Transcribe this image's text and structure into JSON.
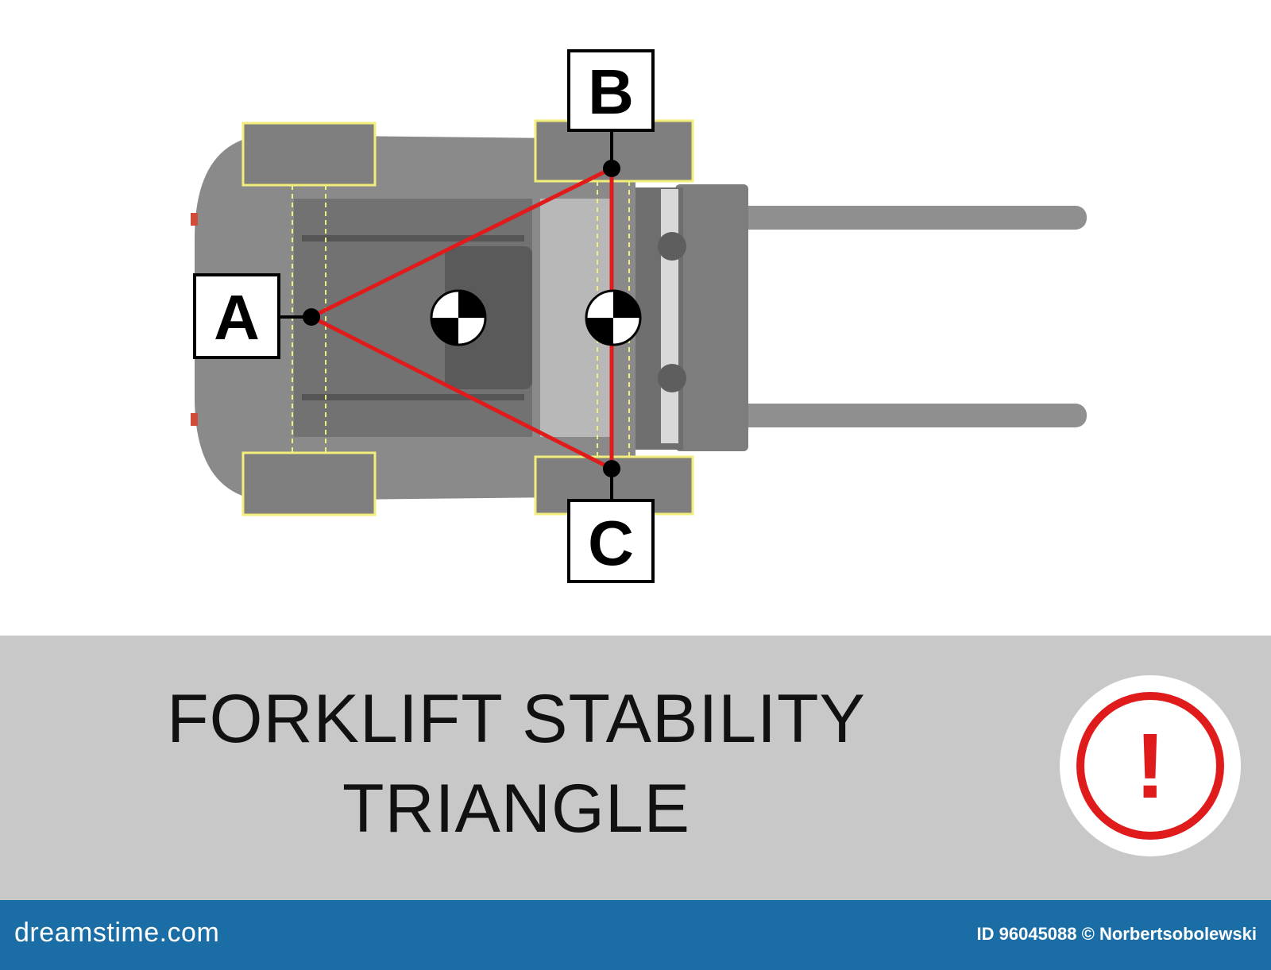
{
  "labels": {
    "a": "A",
    "b": "B",
    "c": "C"
  },
  "title": {
    "line1": "FORKLIFT STABILITY",
    "line2": "TRIANGLE"
  },
  "badge": {
    "glyph": "!",
    "icon": "exclamation-warning-icon"
  },
  "footer": {
    "site": "dreamstime.com",
    "id_text": "ID 96045088 © Norbertsobolewski"
  },
  "icons": {
    "center_of_gravity": "center-of-gravity-icon"
  },
  "colors": {
    "triangle": "#e01b1b",
    "wheel_outline": "#f2ee7a",
    "title_band": "#c8c8c8",
    "footer": "#1b6ea5",
    "body": "#8a8a8a"
  }
}
